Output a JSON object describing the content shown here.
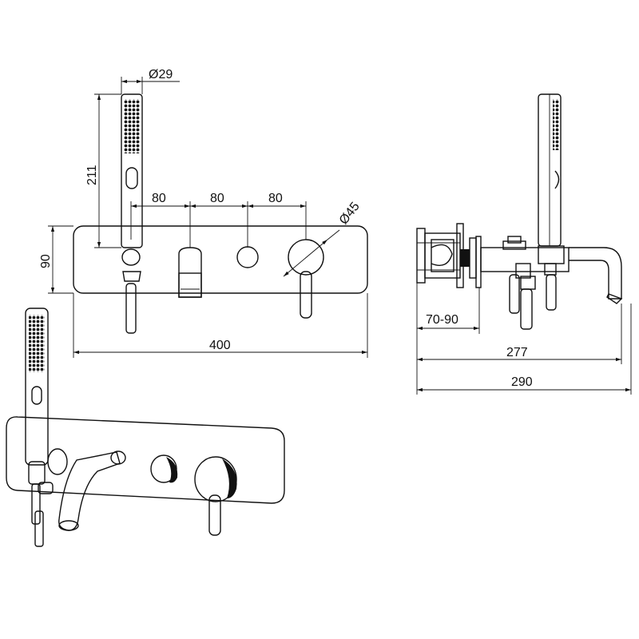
{
  "dimensions": {
    "handshower_diameter": "Ø29",
    "handshower_height": "211",
    "spacing_1": "80",
    "spacing_2": "80",
    "spacing_3": "80",
    "knob_diameter": "Ø45",
    "plate_height": "90",
    "plate_width": "400",
    "wall_depth": "70-90",
    "spout_projection": "277",
    "total_depth": "290"
  }
}
